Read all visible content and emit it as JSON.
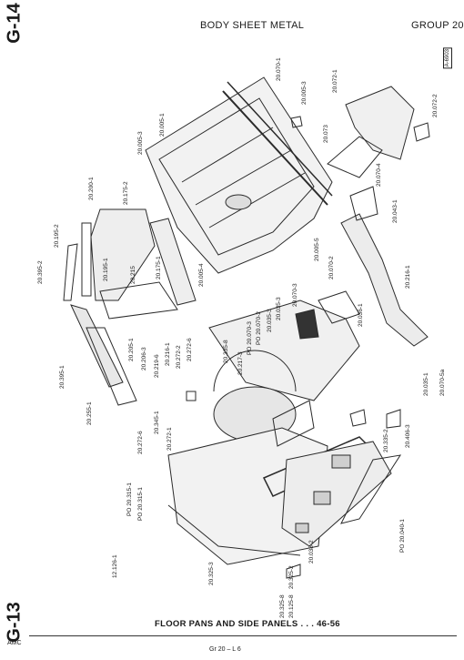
{
  "header": {
    "section_tab_top": "G-14",
    "title": "BODY SHEET METAL",
    "group": "GROUP 20"
  },
  "badge": "A-6903",
  "parts": [
    "20.070-1",
    "20.005-3",
    "20.072-1",
    "20.072-2",
    "20.005-1",
    "20.073",
    "20.005-3",
    "20.070-4",
    "20.043-1",
    "20.175-2",
    "20.200-1",
    "20.195-2",
    "20.395-2",
    "20.195-1",
    "20.215",
    "20.175-1",
    "20.005-4",
    "20.005-5",
    "20.070-2",
    "20.070-3",
    "20.035-3",
    "20.035-3",
    "PO 20.070-2",
    "PO 20.070-3",
    "20.036-1",
    "20.216-1",
    "20.205-1",
    "20.206-3",
    "20.335-8",
    "20.216-1",
    "20.272-2",
    "20.272-6",
    "20.217-3",
    "20.219-6",
    "20.035-1",
    "20.070-5a",
    "20.395-1",
    "20.255-1",
    "20.345-1",
    "20.272-6",
    "20.272-1",
    "20.335-2",
    "20.406-3",
    "PO 20.315-1",
    "PO 20.315-1",
    "12.126-1",
    "20.325-3",
    "20.325-2",
    "20.038-2",
    "PO 20.040-1",
    "20.325-8",
    "20.125-8"
  ],
  "footer": {
    "section_tab_bottom": "G-13",
    "title": "FLOOR PANS AND SIDE PANELS . . . 46-56",
    "brand": "AMC",
    "page_ref": "Gr 20 – L 6"
  }
}
